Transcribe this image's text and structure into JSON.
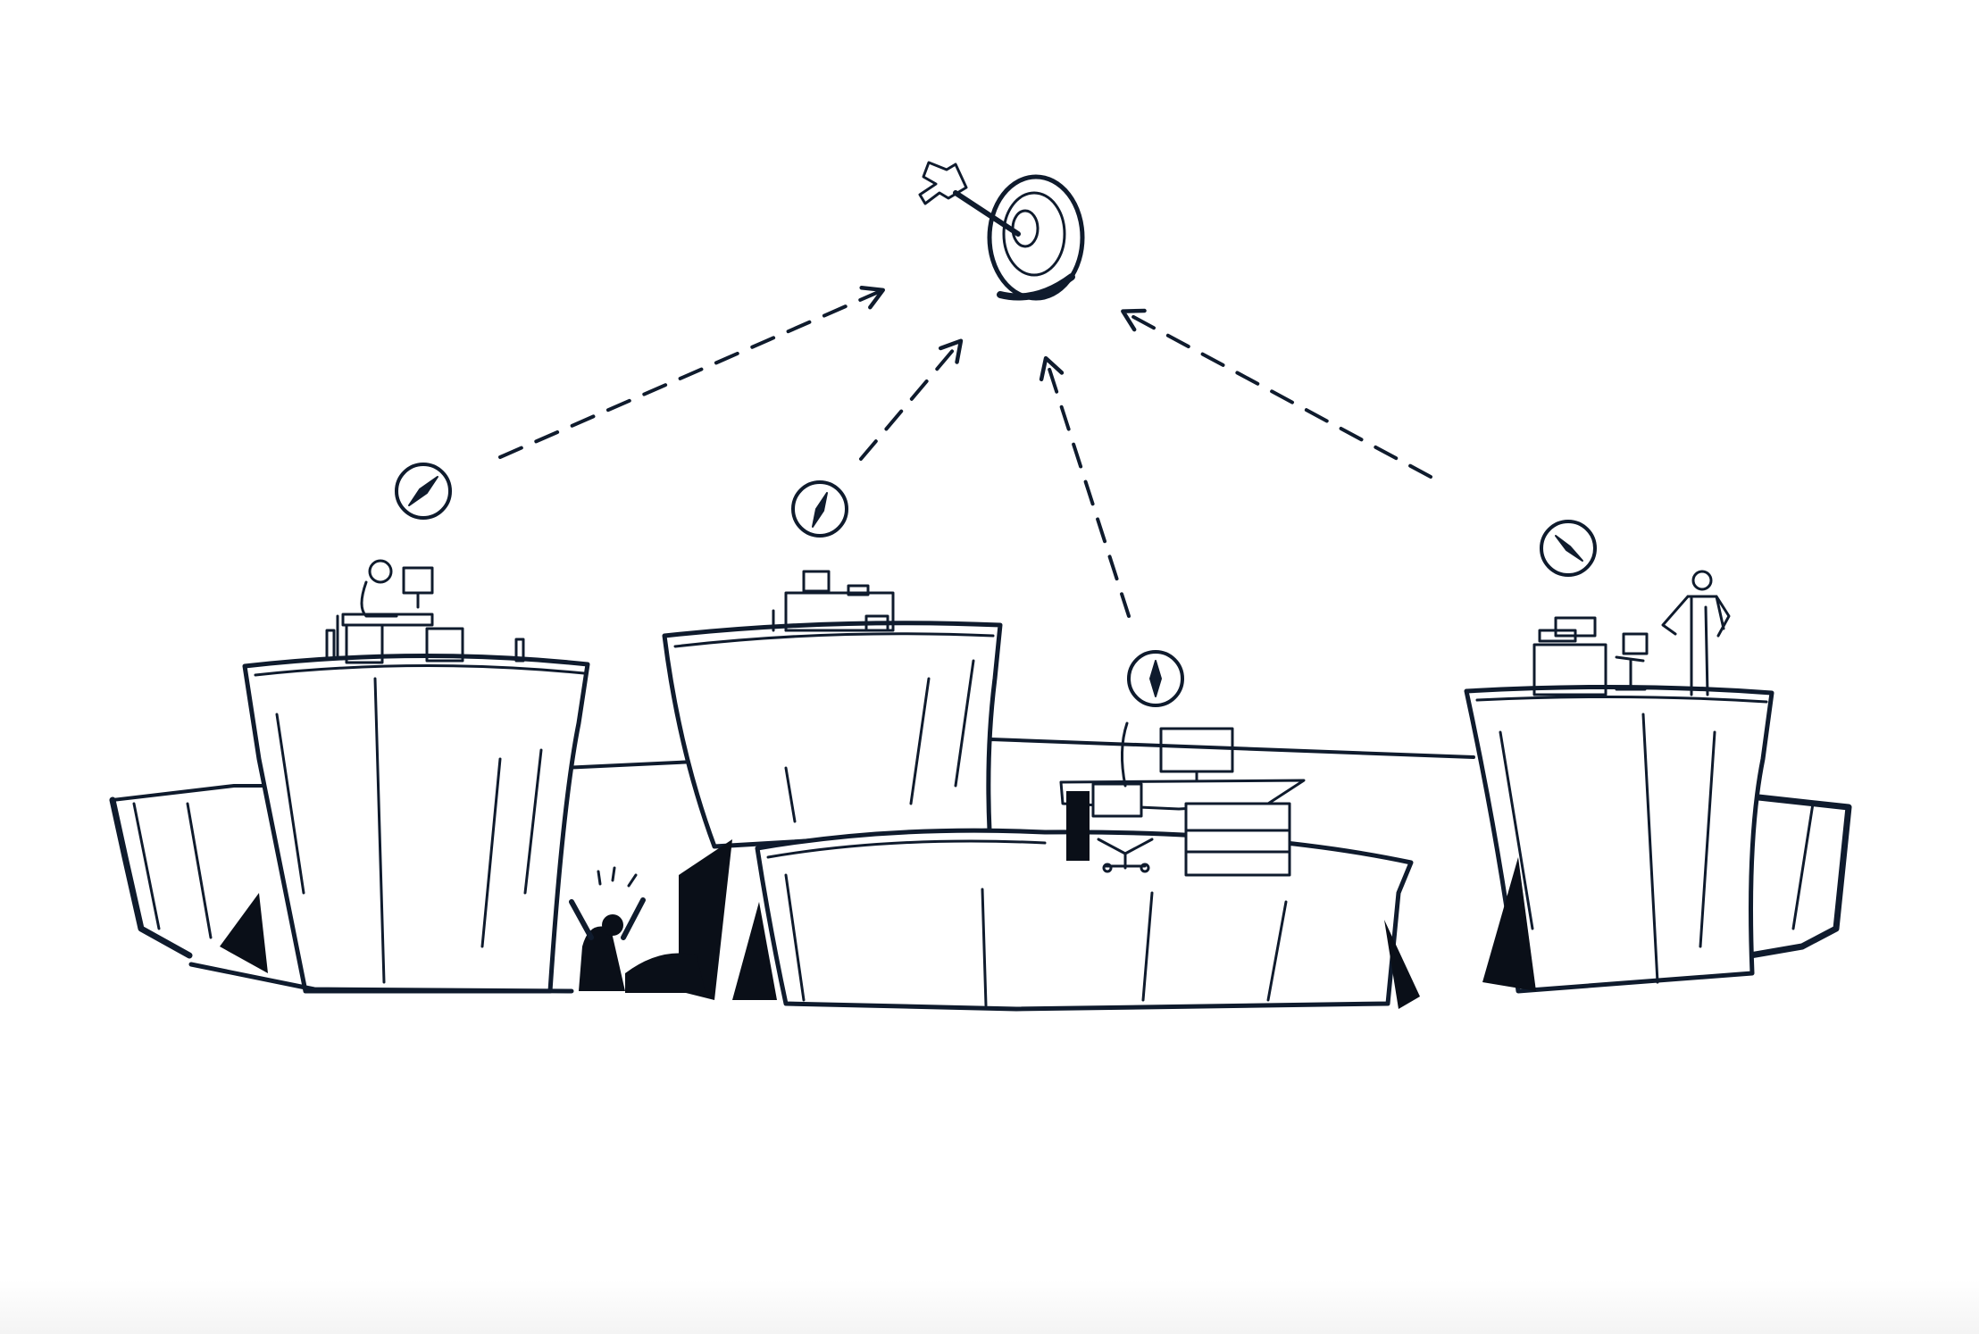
{
  "illustration": {
    "colors": {
      "ink": "#0f1b2d",
      "paper": "#ffffff",
      "shadow": "#0a0f18",
      "floor_shade": "#f4f4f4"
    },
    "icons": [
      "target-with-arrow-icon",
      "compass-icon",
      "dashed-arrow-icon"
    ],
    "compass_count": 4,
    "arrow_count": 4,
    "pillar_count": 4
  }
}
